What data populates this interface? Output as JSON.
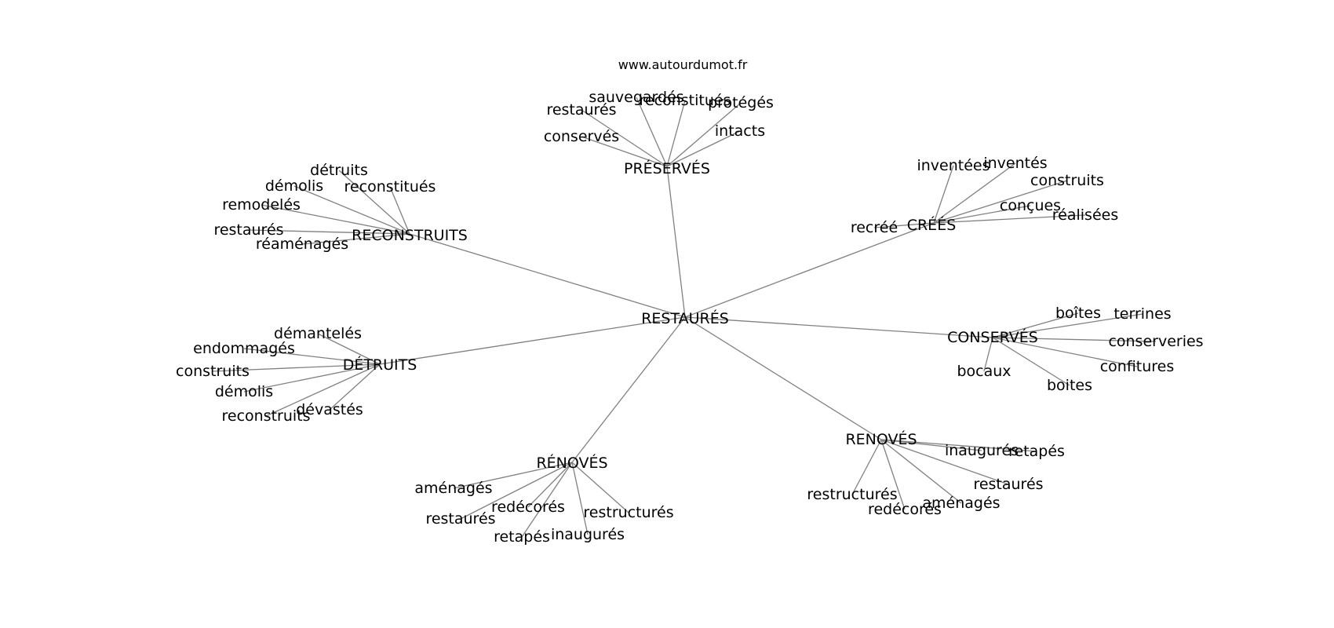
{
  "source": "www.autourdumot.fr",
  "colors": {
    "edge": "#808080",
    "text": "#000000",
    "background": "#ffffff"
  },
  "graph": {
    "center": {
      "id": "restaures",
      "label": "RESTAURÉS"
    },
    "hubs": [
      {
        "id": "preserves",
        "label": "PRÉSERVÉS",
        "leaves": [
          "sauvegardés",
          "reconstitués",
          "protégés",
          "restaurés",
          "intacts",
          "conservés"
        ]
      },
      {
        "id": "crees",
        "label": "CRÉÉS",
        "leaves": [
          "inventées",
          "inventés",
          "construits",
          "conçues",
          "réalisées",
          "recréé"
        ]
      },
      {
        "id": "reconstruits",
        "label": "RECONSTRUITS",
        "leaves": [
          "détruits",
          "démolis",
          "reconstitués",
          "remodelés",
          "restaurés",
          "réaménagés"
        ]
      },
      {
        "id": "conserves",
        "label": "CONSERVÉS",
        "leaves": [
          "boîtes",
          "terrines",
          "conserveries",
          "confitures",
          "bocaux",
          "boites"
        ]
      },
      {
        "id": "detruits",
        "label": "DÉTRUITS",
        "leaves": [
          "démantelés",
          "endommagés",
          "construits",
          "démolis",
          "reconstruits",
          "dévastés"
        ]
      },
      {
        "id": "renoves1",
        "label": "RÉNOVÉS",
        "leaves": [
          "aménagés",
          "restaurés",
          "redécorés",
          "retapés",
          "inaugurés",
          "restructurés"
        ]
      },
      {
        "id": "renoves2",
        "label": "RENOVÉS",
        "leaves": [
          "inaugurés",
          "retapés",
          "restaurés",
          "aménagés",
          "redécorés",
          "restructurés"
        ]
      }
    ]
  }
}
